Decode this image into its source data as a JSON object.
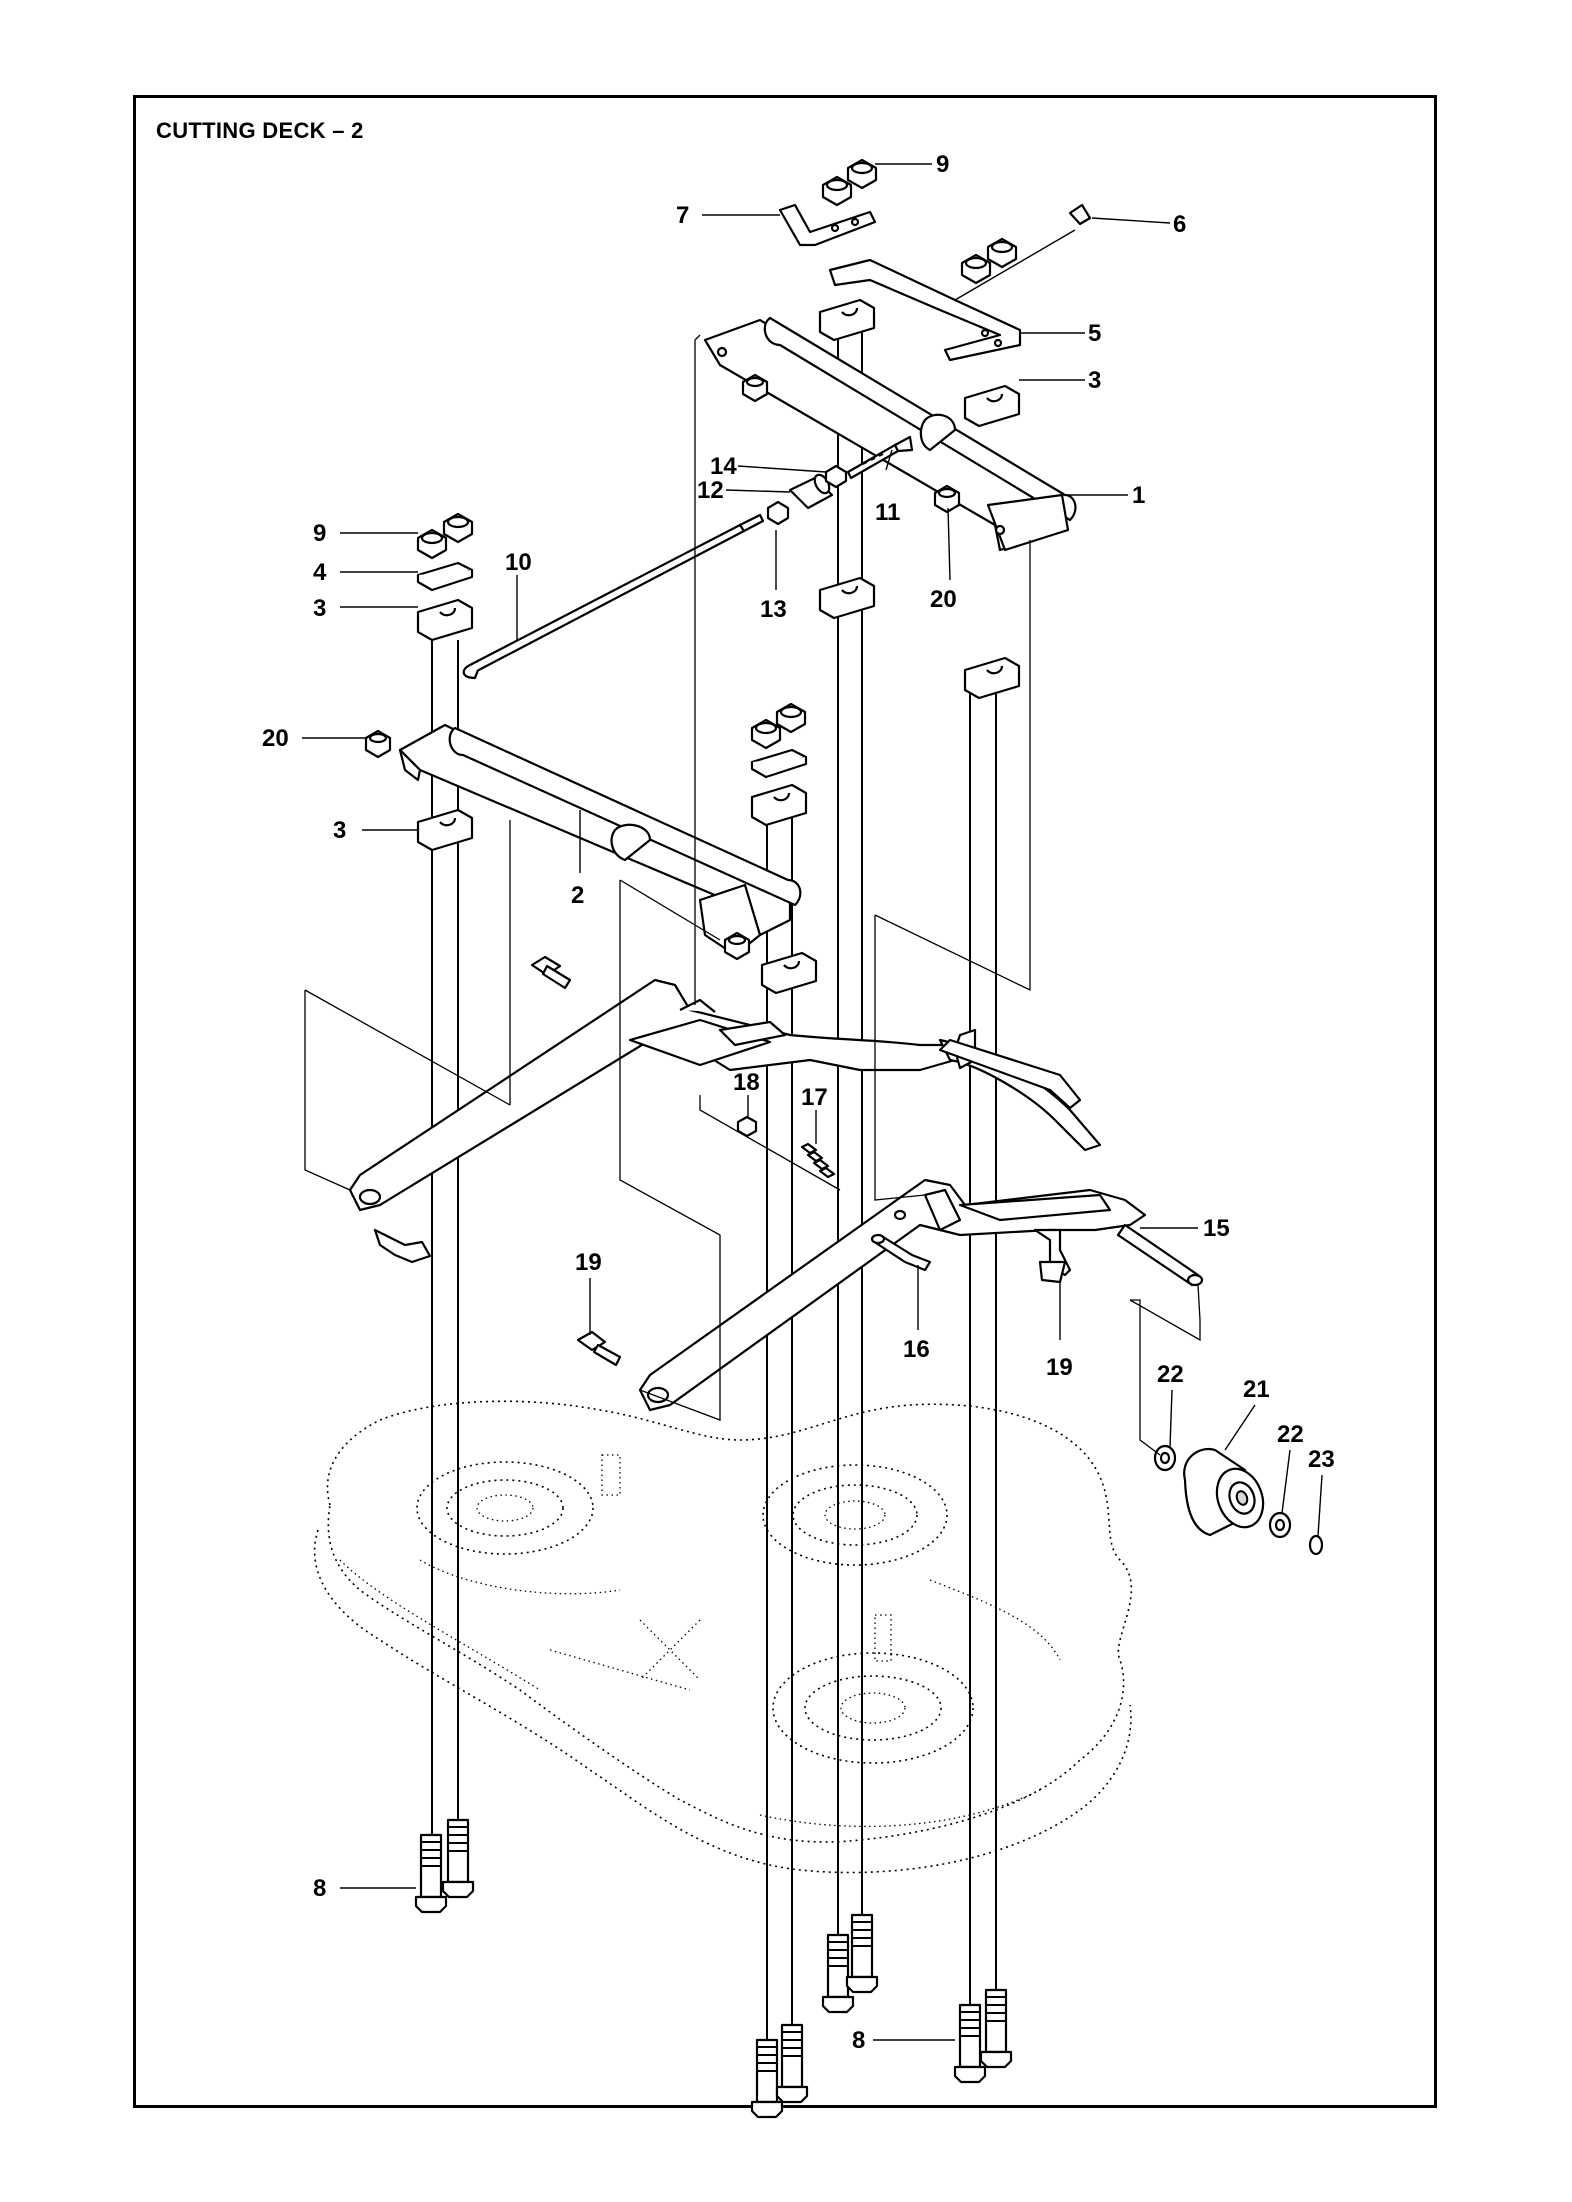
{
  "page": {
    "title": "CUTTING DECK – 2"
  },
  "callouts": [
    {
      "id": "c1",
      "label": "1"
    },
    {
      "id": "c2",
      "label": "2"
    },
    {
      "id": "c3a",
      "label": "3"
    },
    {
      "id": "c3b",
      "label": "3"
    },
    {
      "id": "c3c",
      "label": "3"
    },
    {
      "id": "c4",
      "label": "4"
    },
    {
      "id": "c5",
      "label": "5"
    },
    {
      "id": "c6",
      "label": "6"
    },
    {
      "id": "c7",
      "label": "7"
    },
    {
      "id": "c8a",
      "label": "8"
    },
    {
      "id": "c8b",
      "label": "8"
    },
    {
      "id": "c9a",
      "label": "9"
    },
    {
      "id": "c9b",
      "label": "9"
    },
    {
      "id": "c10",
      "label": "10"
    },
    {
      "id": "c11",
      "label": "11"
    },
    {
      "id": "c12",
      "label": "12"
    },
    {
      "id": "c13",
      "label": "13"
    },
    {
      "id": "c14",
      "label": "14"
    },
    {
      "id": "c15",
      "label": "15"
    },
    {
      "id": "c16",
      "label": "16"
    },
    {
      "id": "c17",
      "label": "17"
    },
    {
      "id": "c18",
      "label": "18"
    },
    {
      "id": "c19a",
      "label": "19"
    },
    {
      "id": "c19b",
      "label": "19"
    },
    {
      "id": "c20a",
      "label": "20"
    },
    {
      "id": "c20b",
      "label": "20"
    },
    {
      "id": "c21",
      "label": "21"
    },
    {
      "id": "c22a",
      "label": "22"
    },
    {
      "id": "c22b",
      "label": "22"
    },
    {
      "id": "c23",
      "label": "23"
    }
  ]
}
